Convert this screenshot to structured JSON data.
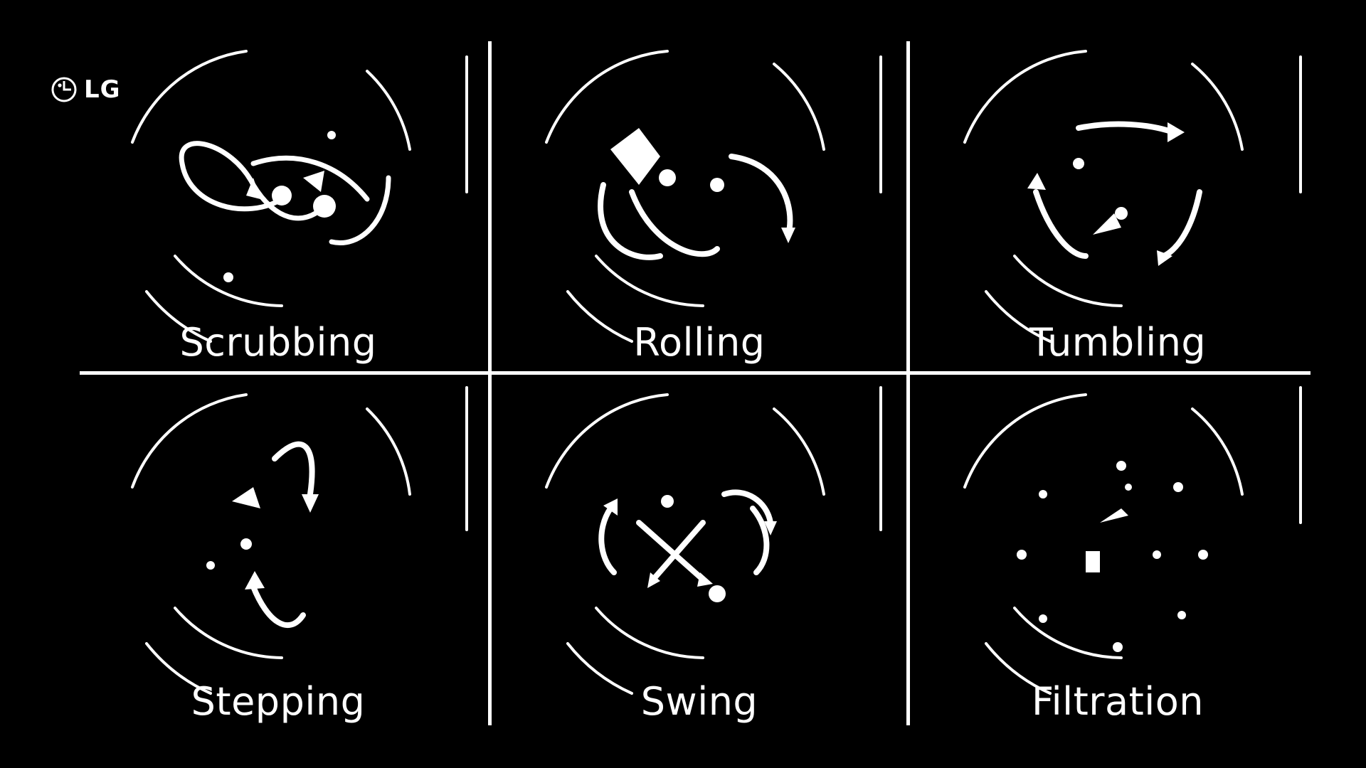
{
  "brand": {
    "logo_text": "LG",
    "logo_icon": "lg-face-logo-icon"
  },
  "colors": {
    "background": "#000000",
    "foreground": "#ffffff"
  },
  "modes": [
    {
      "id": "scrubbing",
      "label": "Scrubbing",
      "icon": "scrubbing-motion-icon"
    },
    {
      "id": "rolling",
      "label": "Rolling",
      "icon": "rolling-motion-icon"
    },
    {
      "id": "tumbling",
      "label": "Tumbling",
      "icon": "tumbling-motion-icon"
    },
    {
      "id": "stepping",
      "label": "Stepping",
      "icon": "stepping-motion-icon"
    },
    {
      "id": "swing",
      "label": "Swing",
      "icon": "swing-motion-icon"
    },
    {
      "id": "filtration",
      "label": "Filtration",
      "icon": "filtration-motion-icon"
    }
  ]
}
